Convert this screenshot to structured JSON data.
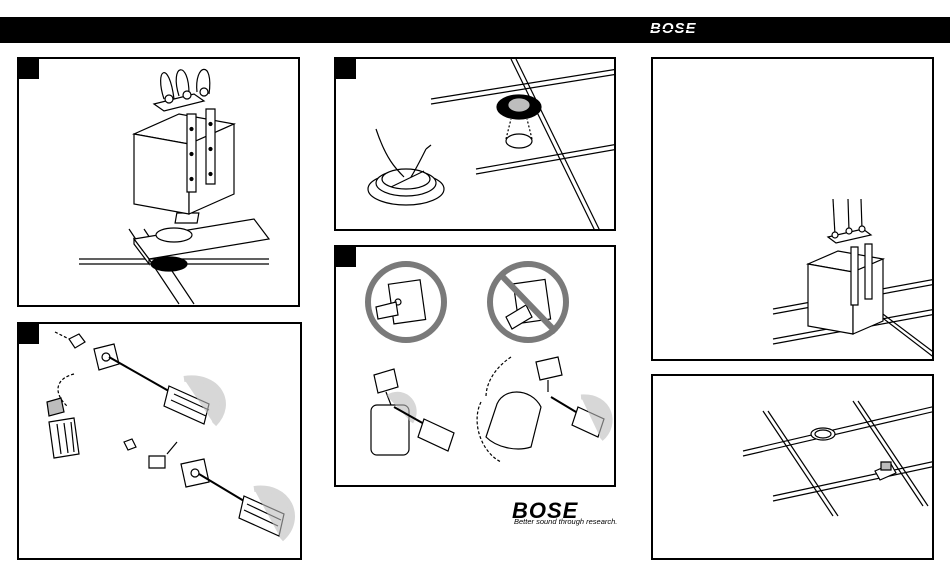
{
  "header": {
    "brand": "BOSE"
  },
  "footer_logo": {
    "brand": "BOSE",
    "tagline": "Better sound through research."
  },
  "panels": [
    {
      "id": "p1",
      "content": "speaker-box-hung-from-ceiling-illustration"
    },
    {
      "id": "p2",
      "content": "bracket-removal-screwdriver-illustration"
    },
    {
      "id": "p3",
      "content": "ceiling-hole-and-cable-illustration"
    },
    {
      "id": "p4",
      "content": "bracket-orientation-correct-incorrect-illustration"
    },
    {
      "id": "p5",
      "content": "suspended-speaker-in-ceiling-illustration"
    },
    {
      "id": "p6",
      "content": "ceiling-grid-with-speaker-illustration"
    }
  ],
  "colors": {
    "ink": "#000000",
    "paper": "#ffffff",
    "shade": "#bdbdbd"
  }
}
